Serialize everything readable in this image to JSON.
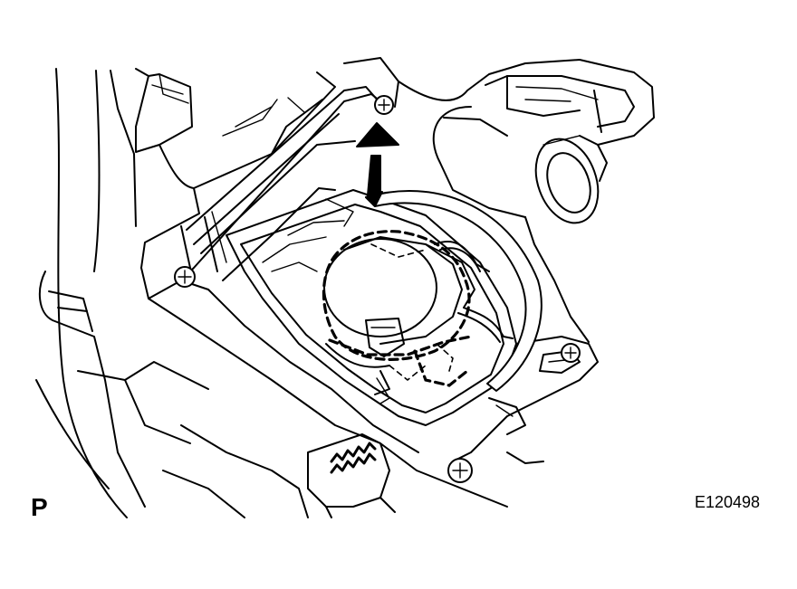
{
  "labels": {
    "view": "P",
    "code": "E120498"
  },
  "colors": {
    "ink": "#000000",
    "paper": "#ffffff"
  },
  "icons": {
    "rotation": "curved-arrow-counterclockwise",
    "screws": "screw-head-icon"
  }
}
